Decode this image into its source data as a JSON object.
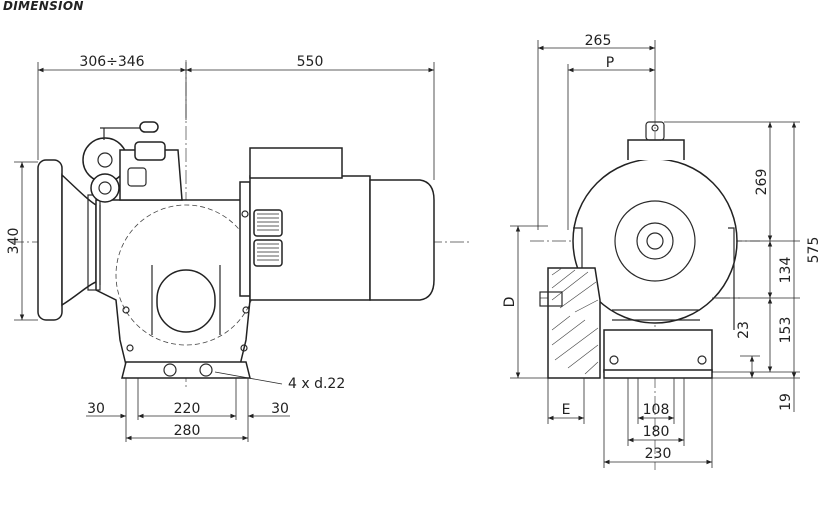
{
  "title": "DIMENSION",
  "front_view": {
    "dim_top_left": "306÷346",
    "dim_top_right": "550",
    "dim_height": "340",
    "dim_foot_left": "30",
    "dim_foot_center": "220",
    "dim_foot_right": "30",
    "dim_foot_total": "280",
    "holes_note": "4 x d.22"
  },
  "side_view": {
    "dim_width_top": "265",
    "dim_p": "P",
    "dim_d": "D",
    "dim_e": "E",
    "dim_269": "269",
    "dim_575": "575",
    "dim_134": "134",
    "dim_153": "153",
    "dim_23": "23",
    "dim_19": "19",
    "dim_108": "108",
    "dim_180": "180",
    "dim_230": "230"
  }
}
